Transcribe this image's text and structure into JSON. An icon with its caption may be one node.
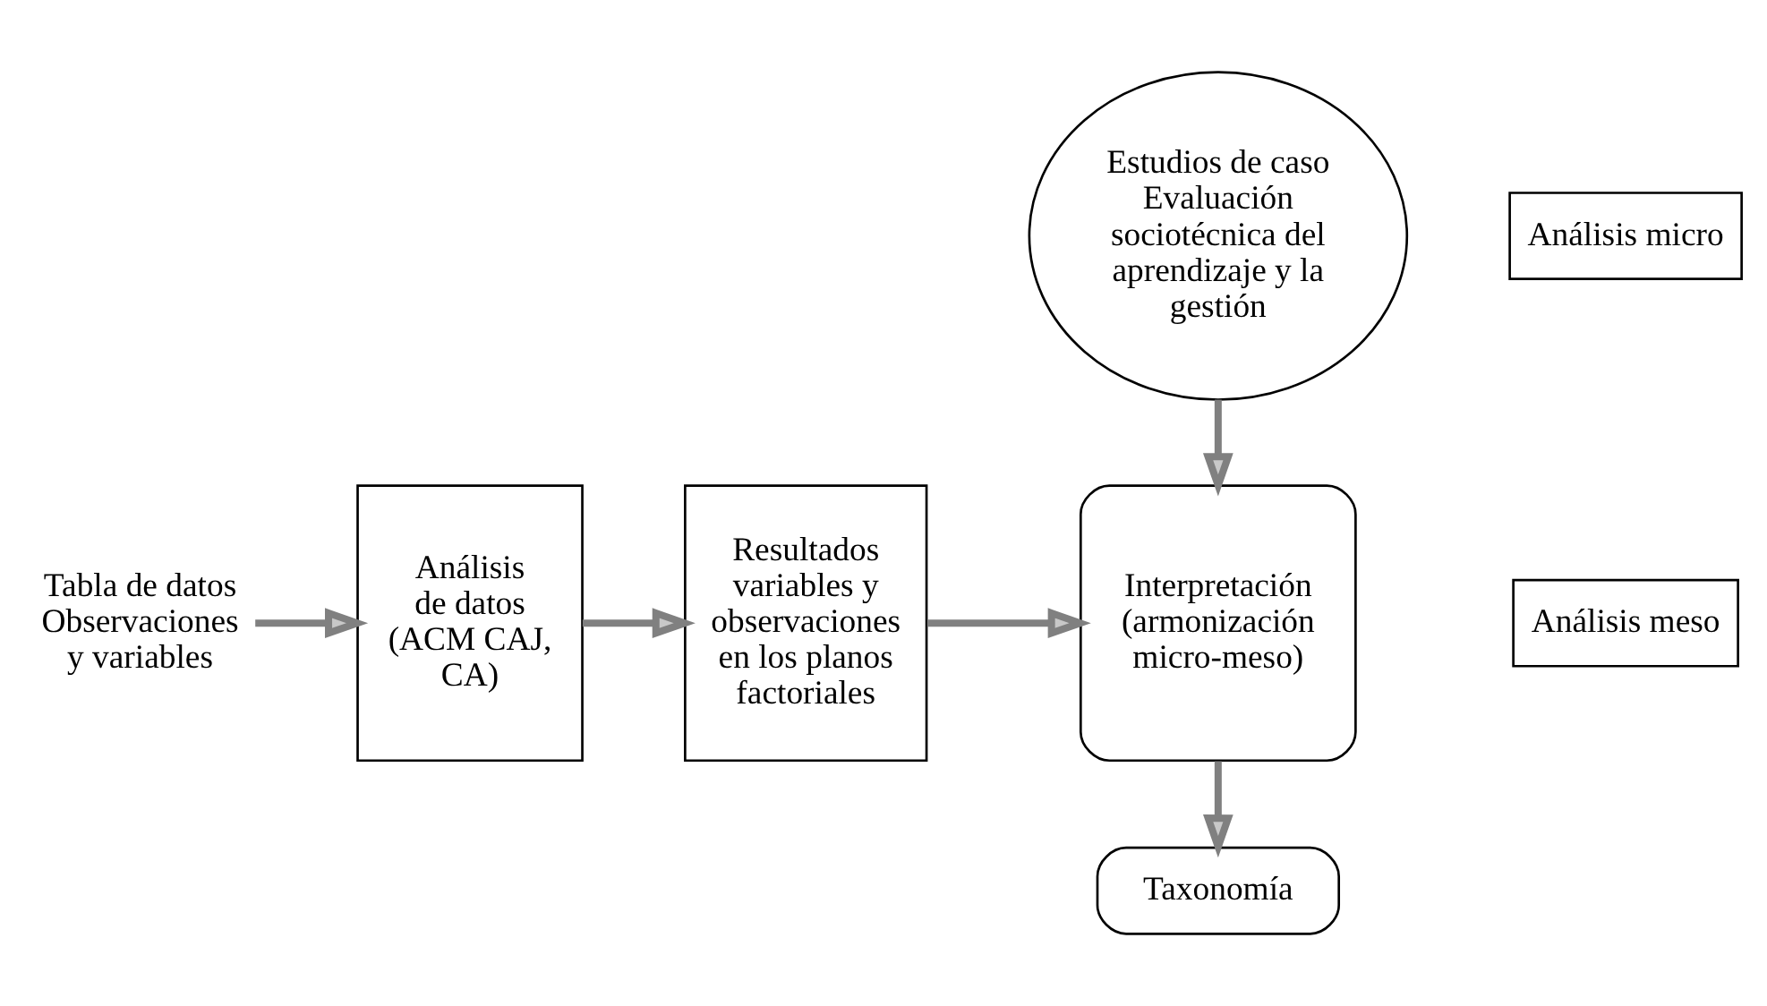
{
  "diagram": {
    "nodes": [
      {
        "text": [
          "Tabla de datos",
          "Observaciones y variables"
        ]
      },
      {
        "text": [
          "Análisis de datos",
          "(ACM CAJ, CA)"
        ]
      },
      {
        "text": [
          "Resultados variables y observaciones en los planos factoriales"
        ]
      },
      {
        "text": [
          "Interpretación (armonización micro-meso)"
        ]
      },
      {
        "text": [
          "Estudios de caso",
          "Evaluación sociotécnica del aprendizaje y la gestión"
        ]
      },
      {
        "text": [
          "Taxonomía"
        ]
      },
      {
        "text": [
          "Análisis micro"
        ]
      },
      {
        "text": [
          "Análisis meso"
        ]
      }
    ],
    "edges": [
      {
        "from": 0,
        "to": 1,
        "arrow": "to"
      },
      {
        "from": 1,
        "to": 2,
        "arrow": "to"
      },
      {
        "from": 2,
        "to": 3,
        "arrow": "to"
      },
      {
        "from": 4,
        "to": 3,
        "arrow": "to"
      },
      {
        "from": 3,
        "to": 5,
        "arrow": "to"
      }
    ]
  }
}
